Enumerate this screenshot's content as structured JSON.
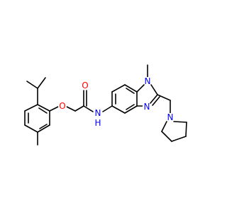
{
  "molecule": {
    "atom_labels": {
      "ether_oxygen": "O",
      "carbonyl_oxygen": "O",
      "amide_nitrogen": "N",
      "amide_hydrogen": "H",
      "imidazole_n1": "N",
      "imidazole_n3": "N",
      "pyrrolidine_nitrogen": "N"
    },
    "colors": {
      "bond": "#000000",
      "oxygen": "#ff0000",
      "nitrogen": "#0000ff",
      "carbon": "#000000"
    }
  }
}
